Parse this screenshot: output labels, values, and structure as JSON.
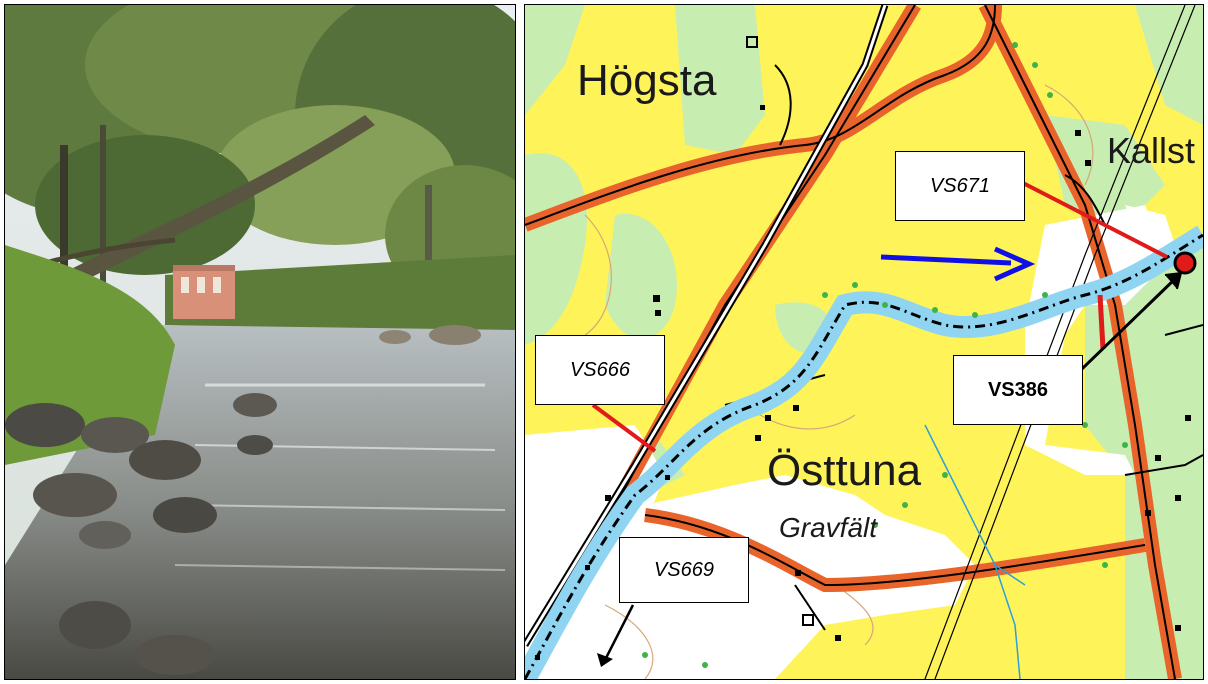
{
  "photo": {
    "description_icon": "river-photo-icon"
  },
  "map": {
    "place_labels": {
      "hogsta": "Högsta",
      "kallst": "Kallst",
      "osttuna": "Östtuna",
      "gravfalt": "Gravfält"
    },
    "callouts": {
      "vs671": "VS671",
      "vs666": "VS666",
      "vs669": "VS669",
      "vs386": "VS386"
    },
    "colors": {
      "map_yellow": "#fff35a",
      "forest_green": "#c8edb1",
      "open_white": "#ffffff",
      "road_orange": "#e8642a",
      "river_blue": "#8fd4f0",
      "flow_arrow": "#1010e6",
      "marker_red": "#e11a1a"
    }
  }
}
